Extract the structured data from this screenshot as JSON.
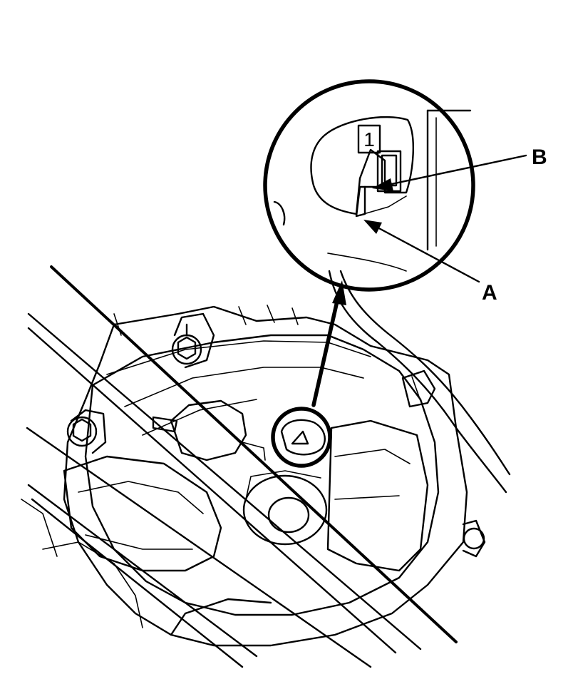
{
  "callouts": {
    "a": "A",
    "b": "B"
  },
  "detail": {
    "marker_number": "1"
  },
  "colors": {
    "ink": "#000000",
    "paper": "#ffffff"
  }
}
